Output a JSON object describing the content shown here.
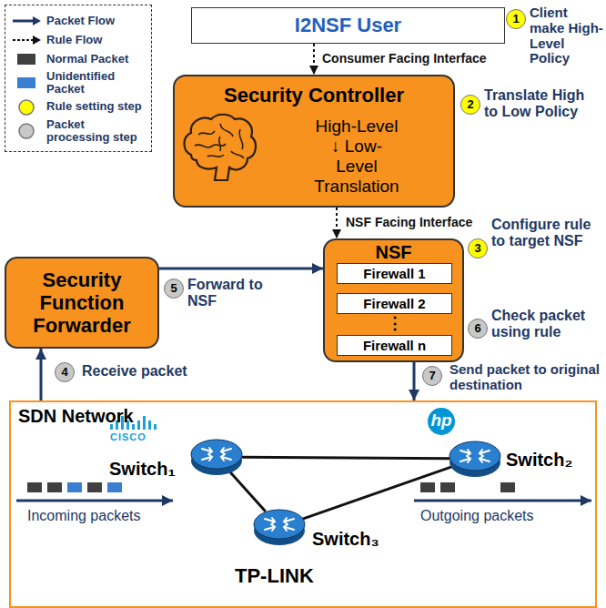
{
  "diagram": {
    "nodes": [
      {
        "text": [
          "I2NSF User"
        ]
      },
      {
        "text": [
          "Security Controller",
          "High-Level ↓ Low-Level Translation"
        ]
      },
      {
        "text": [
          "Security Function Forwarder"
        ]
      },
      {
        "text": [
          "NSF"
        ]
      },
      {
        "text": [
          "Firewall 1"
        ],
        "in": 3
      },
      {
        "text": [
          "Firewall 2"
        ],
        "in": 3
      },
      {
        "text": [
          "Firewall n"
        ],
        "in": 3
      },
      {
        "text": [
          "SDN Network"
        ]
      },
      {
        "text": [
          "Switch₁"
        ],
        "in": 7
      },
      {
        "text": [
          "Switch₂"
        ],
        "in": 7
      },
      {
        "text": [
          "Switch₃"
        ],
        "in": 7
      }
    ],
    "edges": [
      {
        "from": 0,
        "to": 1,
        "arrow": "to",
        "label": "Consumer Facing Interface"
      },
      {
        "from": 1,
        "to": 3,
        "arrow": "to",
        "label": "NSF Facing Interface"
      },
      {
        "from": 2,
        "to": 3,
        "arrow": "to",
        "label": "Forward to NSF"
      },
      {
        "from": 7,
        "to": 2,
        "arrow": "to",
        "label": "Receive packet"
      },
      {
        "from": 3,
        "to": 7,
        "arrow": "to",
        "label": "Send packet to original destination"
      },
      {
        "from": 8,
        "to": 9,
        "arrow": "none"
      },
      {
        "from": 8,
        "to": 10,
        "arrow": "none"
      },
      {
        "from": 9,
        "to": 10,
        "arrow": "none"
      }
    ],
    "labels": [
      "1",
      "Client make High-Level Policy",
      "2",
      "Translate High to Low Policy",
      "3",
      "Configure rule to target NSF",
      "4",
      "5",
      "6",
      "Check packet using rule",
      "7",
      "⋮",
      "CISCO",
      "hp",
      "TP-LINK",
      "Incoming packets",
      "Outgoing packets"
    ],
    "legend": [
      {
        "text": "Packet Flow"
      },
      {
        "text": "Rule Flow"
      },
      {
        "text": "Normal Packet",
        "color": "#404040"
      },
      {
        "text": "Unidentified Packet",
        "color": "#3a7ed0"
      },
      {
        "text": "Rule setting step",
        "color": "#ffff00"
      },
      {
        "text": "Packet processing step",
        "color": "#c8c8c8"
      }
    ]
  }
}
